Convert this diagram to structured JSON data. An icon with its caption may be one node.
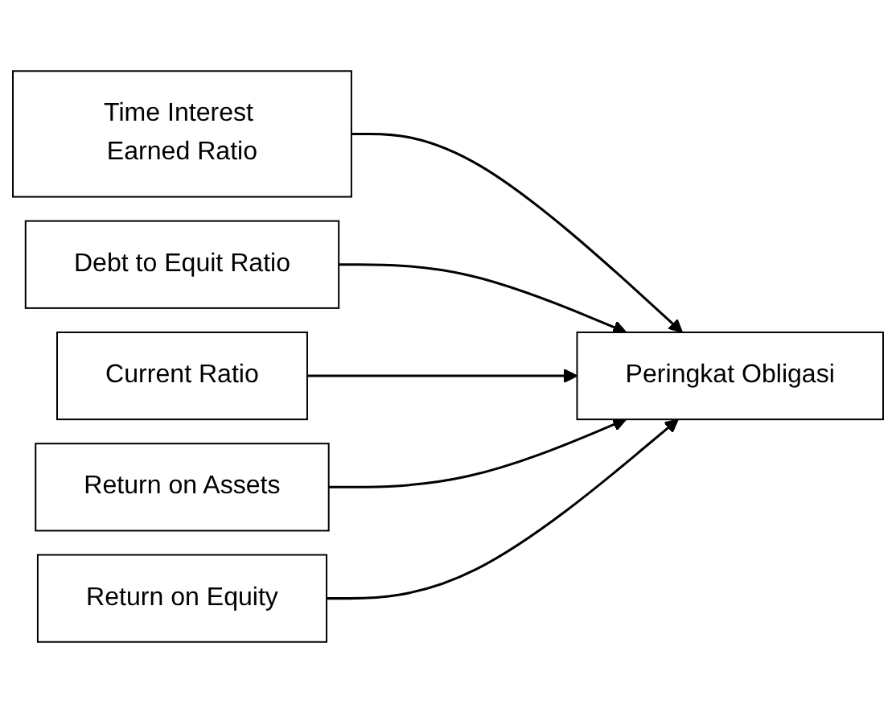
{
  "diagram": {
    "nodes": [
      {
        "text": [
          "Time Interest Earned Ratio"
        ]
      },
      {
        "text": [
          "Debt to Equit Ratio"
        ]
      },
      {
        "text": [
          "Current Ratio"
        ]
      },
      {
        "text": [
          "Return on Assets"
        ]
      },
      {
        "text": [
          "Return on Equity"
        ]
      },
      {
        "text": [
          "Peringkat Obligasi"
        ]
      }
    ],
    "edges": [
      {
        "from": 0,
        "to": 5,
        "arrow": "to"
      },
      {
        "from": 1,
        "to": 5,
        "arrow": "to"
      },
      {
        "from": 2,
        "to": 5,
        "arrow": "to"
      },
      {
        "from": 3,
        "to": 5,
        "arrow": "to"
      },
      {
        "from": 4,
        "to": 5,
        "arrow": "to"
      }
    ]
  }
}
